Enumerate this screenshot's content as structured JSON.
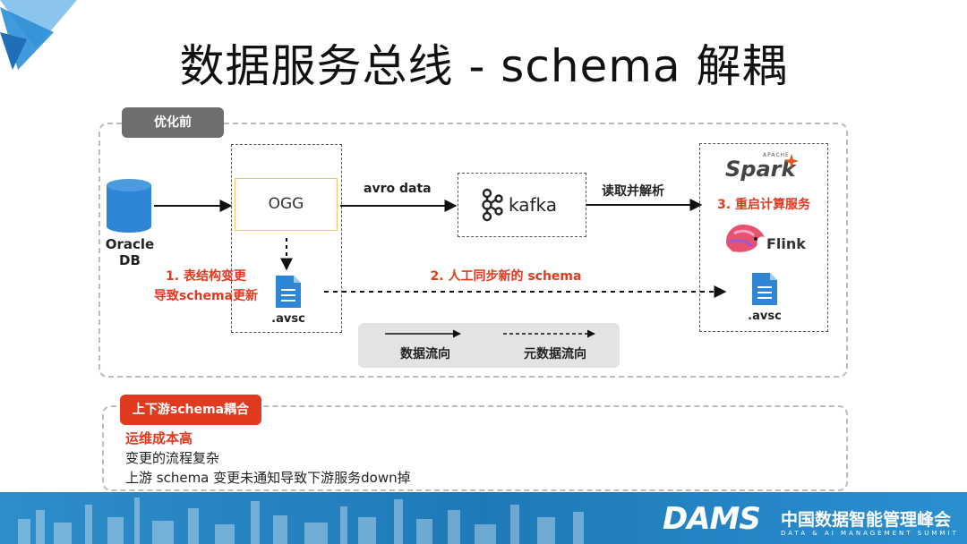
{
  "title": "数据服务总线 - schema 解耦",
  "before_section": {
    "tag": "优化前",
    "source": {
      "label_line1": "Oracle",
      "label_line2": "DB"
    },
    "ogg": {
      "label": "OGG"
    },
    "kafka": {
      "label": "kafka"
    },
    "avsc_left": ".avsc",
    "avsc_right": ".avsc",
    "edge_avro": "avro data",
    "edge_parse": "读取并解析",
    "note_schema_change_line1": "1. 表结构变更",
    "note_schema_change_line2": "导致schema更新",
    "note_manual_sync": "2. 人工同步新的 schema",
    "note_restart": "3. 重启计算服务",
    "spark": {
      "apache": "APACHE",
      "name": "Spark"
    },
    "flink": {
      "name": "Flink"
    },
    "legend": {
      "data_flow": "数据流向",
      "meta_flow": "元数据流向"
    }
  },
  "issues_section": {
    "tag": "上下游schema耦合",
    "lines": [
      "运维成本高",
      "变更的流程复杂",
      "上游 schema 变更未通知导致下游服务down掉"
    ]
  },
  "footer": {
    "brand": "DAMS",
    "brand_cn": "中国数据智能管理峰会",
    "brand_en": "DATA & AI MANAGEMENT SUMMIT"
  },
  "colors": {
    "accent_red": "#e03a1f",
    "db_blue": "#2f86d6",
    "tag_gray": "#6e6e6e",
    "footer_blue": "#2485c4"
  }
}
